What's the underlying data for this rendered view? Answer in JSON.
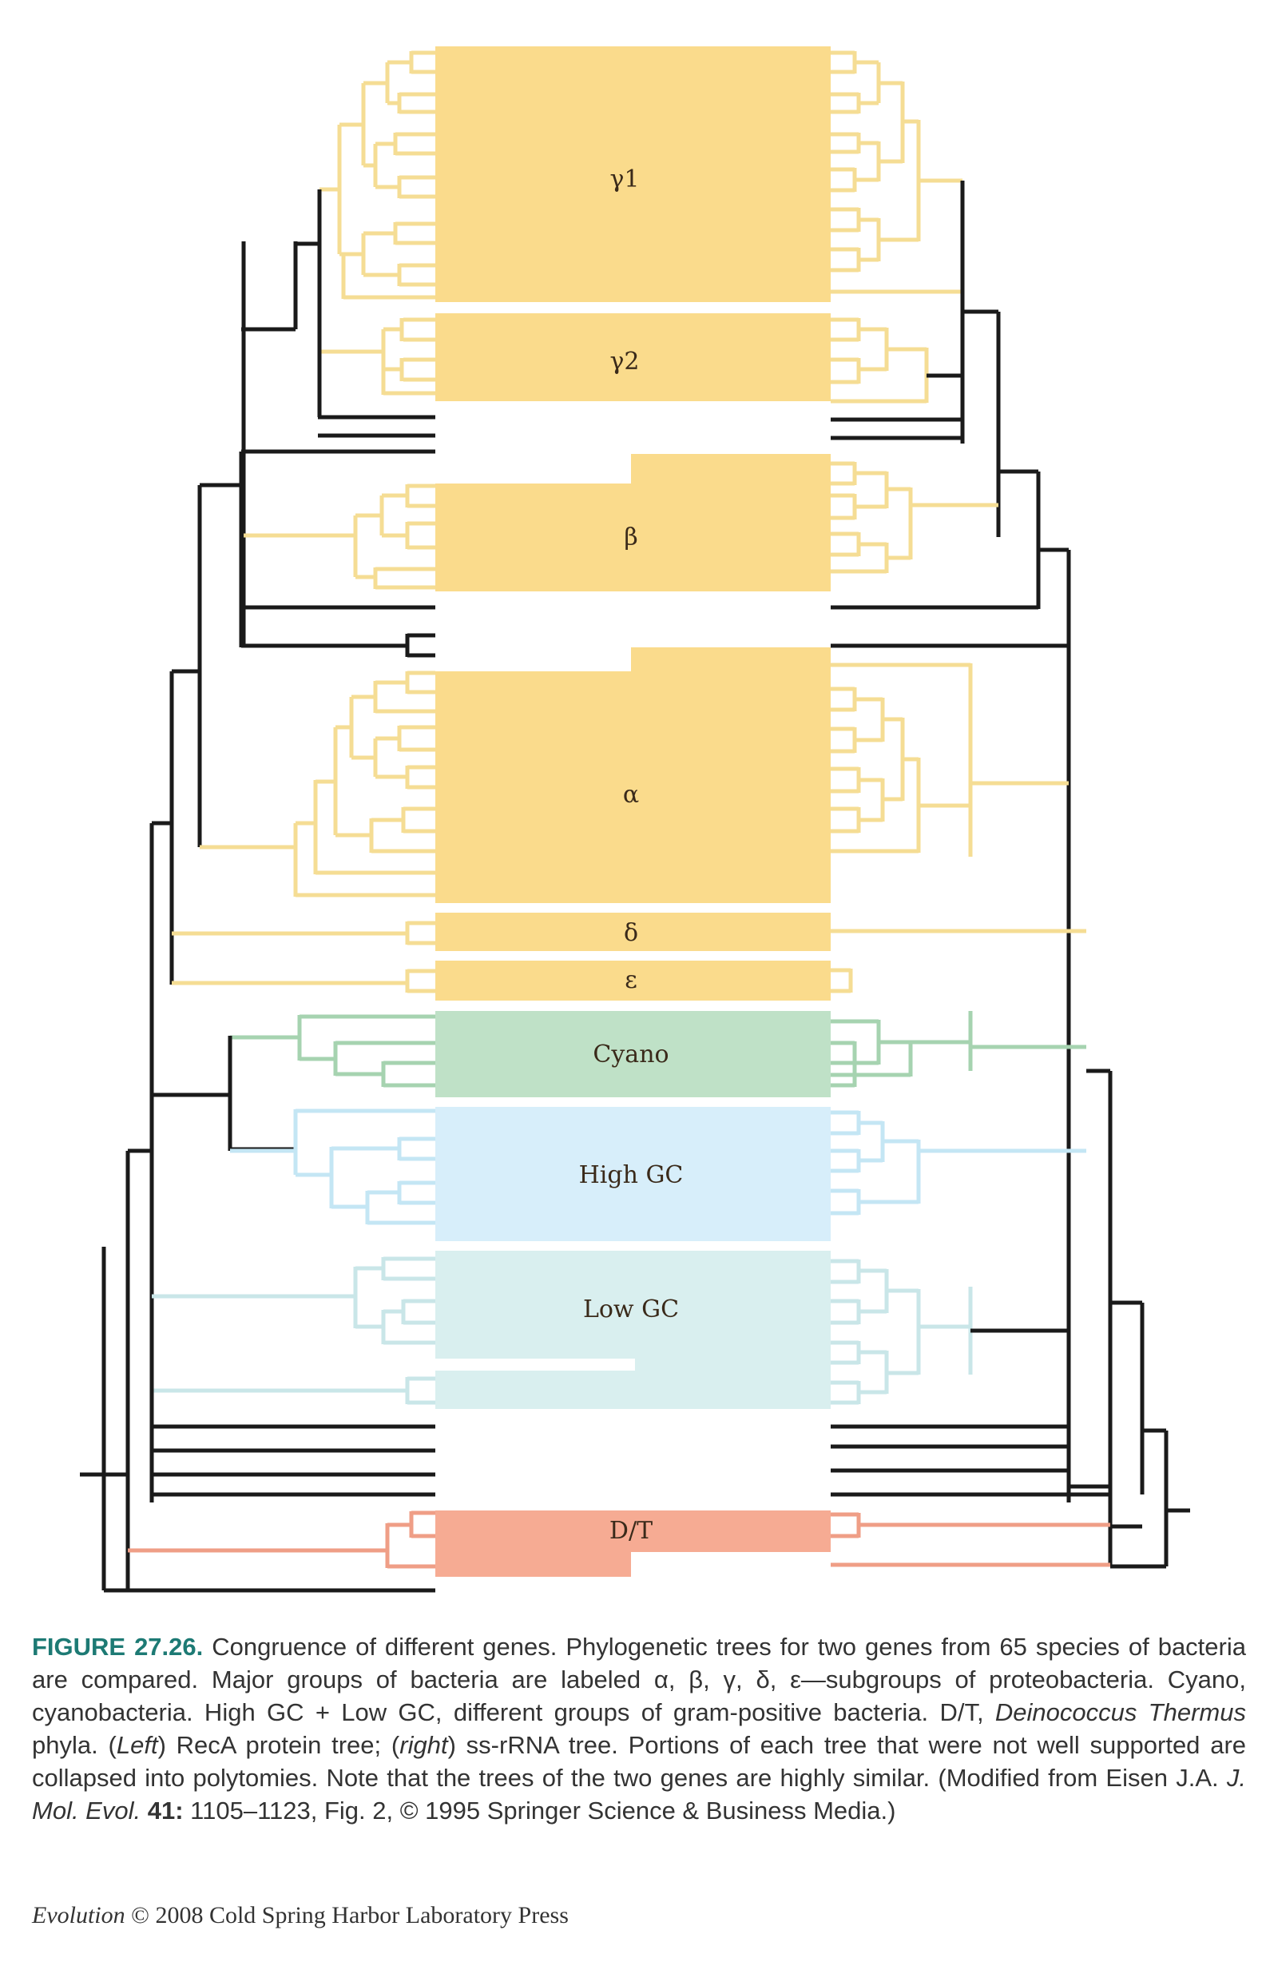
{
  "groups": [
    {
      "id": "gamma1",
      "label": "γ1",
      "color": "#fadb8c"
    },
    {
      "id": "gamma2",
      "label": "γ2",
      "color": "#fadb8c"
    },
    {
      "id": "beta",
      "label": "β",
      "color": "#fadb8c"
    },
    {
      "id": "alpha",
      "label": "α",
      "color": "#fadb8c"
    },
    {
      "id": "delta",
      "label": "δ",
      "color": "#fadb8c"
    },
    {
      "id": "epsilon",
      "label": "ε",
      "color": "#fadb8c"
    },
    {
      "id": "cyano",
      "label": "Cyano",
      "color": "#bfe1c7"
    },
    {
      "id": "highgc",
      "label": "High GC",
      "color": "#d7eefa"
    },
    {
      "id": "lowgc",
      "label": "Low GC",
      "color": "#d9efef"
    },
    {
      "id": "dt",
      "label": "D/T",
      "color": "#f6ab93"
    }
  ],
  "colors": {
    "proteo_branch": "#f5dd94",
    "cyano_branch": "#a6d3b0",
    "highgc_branch": "#c4e6f4",
    "lowgc_branch": "#c9e6e8",
    "dt_branch": "#ef9e86",
    "backbone": "#1a1a1a"
  },
  "caption": {
    "label": "FIGURE 27.26.",
    "p1": " Congruence of different genes. Phylogenetic trees for two genes from 65 species of bacteria are compared. Major groups of bacteria are labeled α, β, γ, δ, ε—subgroups of proteobacteria. Cyano, cyanobacteria. High GC + Low GC, different groups of gram-positive bacteria. D/T, ",
    "taxon": "Deinococcus Thermus",
    "p2": " phyla. (",
    "left": "Left",
    "p3": ") RecA protein tree; (",
    "right": "right",
    "p4": ") ss-rRNA tree. Portions of each tree that were not well supported are collapsed into polytomies. Note that the trees of the two genes are highly similar. (Modified from Eisen J.A. ",
    "journal": "J. Mol. Evol.",
    "p5": " ",
    "volume": "41:",
    "p6": " 1105–1123, Fig. 2, © 1995 Springer Science & Business Media.)"
  },
  "credit": {
    "book": "Evolution",
    "text": " © 2008 Cold Spring Harbor Laboratory Press"
  }
}
